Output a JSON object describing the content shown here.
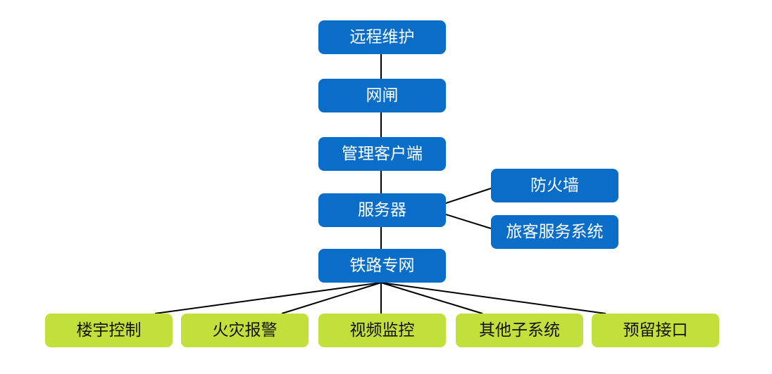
{
  "nodes": {
    "remote_maintenance": "远程维护",
    "gateway": "网闸",
    "management_client": "管理客户端",
    "server": "服务器",
    "firewall": "防火墙",
    "passenger_service_system": "旅客服务系统",
    "railway_network": "铁路专网",
    "building_control": "楼宇控制",
    "fire_alarm": "火灾报警",
    "video_monitoring": "视频监控",
    "other_subsystems": "其他子系统",
    "reserved_interface": "预留接口"
  },
  "colors": {
    "core_node": "#0a6ec8",
    "leaf_node": "#c2e03b",
    "connector": "#000000"
  }
}
